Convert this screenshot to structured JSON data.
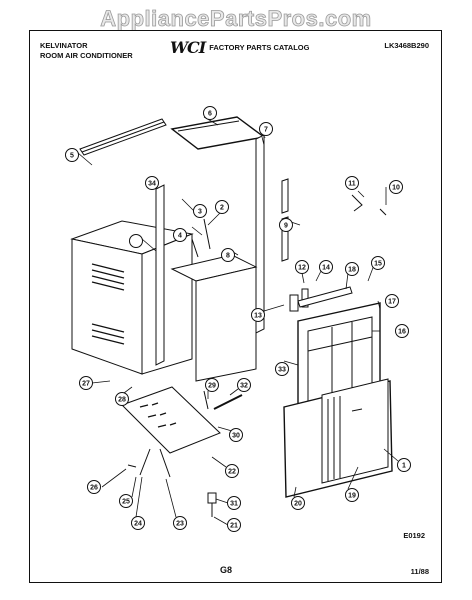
{
  "watermark": "AppliancePartsPros.com",
  "header": {
    "brand_line1": "KELVINATOR",
    "brand_line2": "ROOM AIR CONDITIONER",
    "logo": "WCI",
    "catalog_title": "FACTORY PARTS CATALOG",
    "model": "LK3468B290"
  },
  "diagram": {
    "callouts": [
      "1",
      "2",
      "3",
      "4",
      "5",
      "6",
      "7",
      "8",
      "9",
      "10",
      "11",
      "12",
      "13",
      "14",
      "15",
      "16",
      "17",
      "18",
      "19",
      "20",
      "21",
      "22",
      "23",
      "24",
      "25",
      "26",
      "27",
      "28",
      "29",
      "30",
      "31",
      "32",
      "33",
      "34"
    ]
  },
  "footer": {
    "drawing_code": "E0192",
    "page": "G8",
    "date": "11/88"
  }
}
